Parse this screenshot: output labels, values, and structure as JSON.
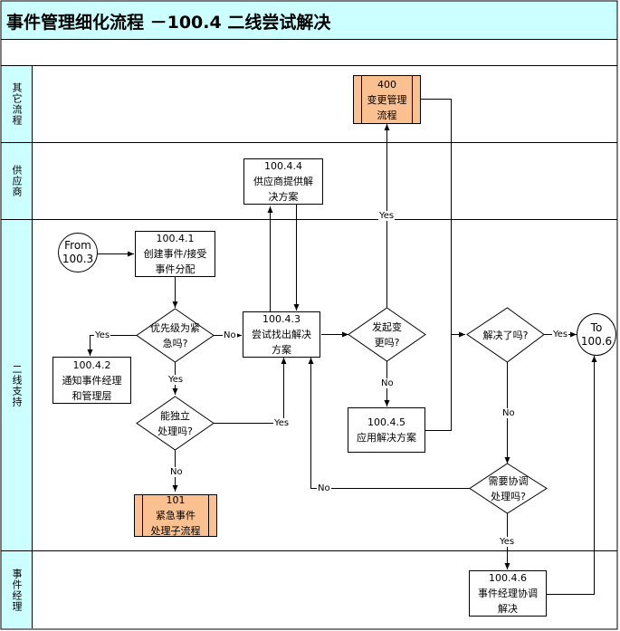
{
  "title": "事件管理细化流程 －100.4 二线尝试解决",
  "colors": {
    "header_fill": "#ccffff",
    "subprocess_fill": "#fac090",
    "line": "#000000"
  },
  "lanes": [
    {
      "id": "other",
      "label": "其它流程"
    },
    {
      "id": "vendor",
      "label": "供应商"
    },
    {
      "id": "l2",
      "label": "二线支持"
    },
    {
      "id": "im",
      "label": "事件经理"
    }
  ],
  "nodes": {
    "from_100_3": {
      "type": "connector",
      "text": "From\n100.3"
    },
    "n_100_4_1": {
      "type": "process",
      "id": "100.4.1",
      "text": "100.4.1\n创建事件/接受\n事件分配"
    },
    "d_priority": {
      "type": "decision",
      "text": "优先级为紧\n急吗?"
    },
    "n_100_4_2": {
      "type": "process",
      "id": "100.4.2",
      "text": "100.4.2\n通知事件经理\n和管理层"
    },
    "d_independent": {
      "type": "decision",
      "text": "能独立\n处理吗?"
    },
    "p_101": {
      "type": "subprocess",
      "id": "101",
      "text": "101\n紧急事件\n处理子流程"
    },
    "n_100_4_3": {
      "type": "process",
      "id": "100.4.3",
      "text": "100.4.3\n尝试找出解决\n方案"
    },
    "n_100_4_4": {
      "type": "process",
      "id": "100.4.4",
      "text": "100.4.4\n供应商提供解\n决方案"
    },
    "d_change": {
      "type": "decision",
      "text": "发起变\n更吗?"
    },
    "p_400": {
      "type": "subprocess",
      "id": "400",
      "text": "400\n变更管理\n流程"
    },
    "n_100_4_5": {
      "type": "process",
      "id": "100.4.5",
      "text": "100.4.5\n应用解决方案"
    },
    "d_resolved": {
      "type": "decision",
      "text": "解决了吗?"
    },
    "to_100_6": {
      "type": "connector",
      "text": "To\n100.6"
    },
    "d_coordinate": {
      "type": "decision",
      "text": "需要协调\n处理吗?"
    },
    "n_100_4_6": {
      "type": "process",
      "id": "100.4.6",
      "text": "100.4.6\n事件经理协调\n解决"
    }
  },
  "edge_labels": {
    "priority_yes_left": "Yes",
    "priority_no": "No",
    "priority_yes_down": "Yes",
    "independent_yes": "Yes",
    "independent_no": "No",
    "change_yes": "Yes",
    "change_no": "No",
    "resolved_yes": "Yes",
    "resolved_no": "No",
    "coordinate_no": "No",
    "coordinate_yes": "Yes"
  }
}
